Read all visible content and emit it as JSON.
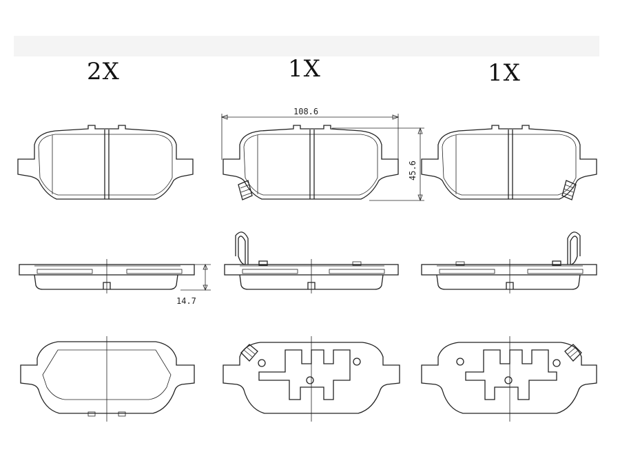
{
  "quantities": {
    "left": "2X",
    "middle": "1X",
    "right": "1X"
  },
  "dimensions": {
    "width": "108.6",
    "height": "45.6",
    "thickness": "14.7"
  }
}
